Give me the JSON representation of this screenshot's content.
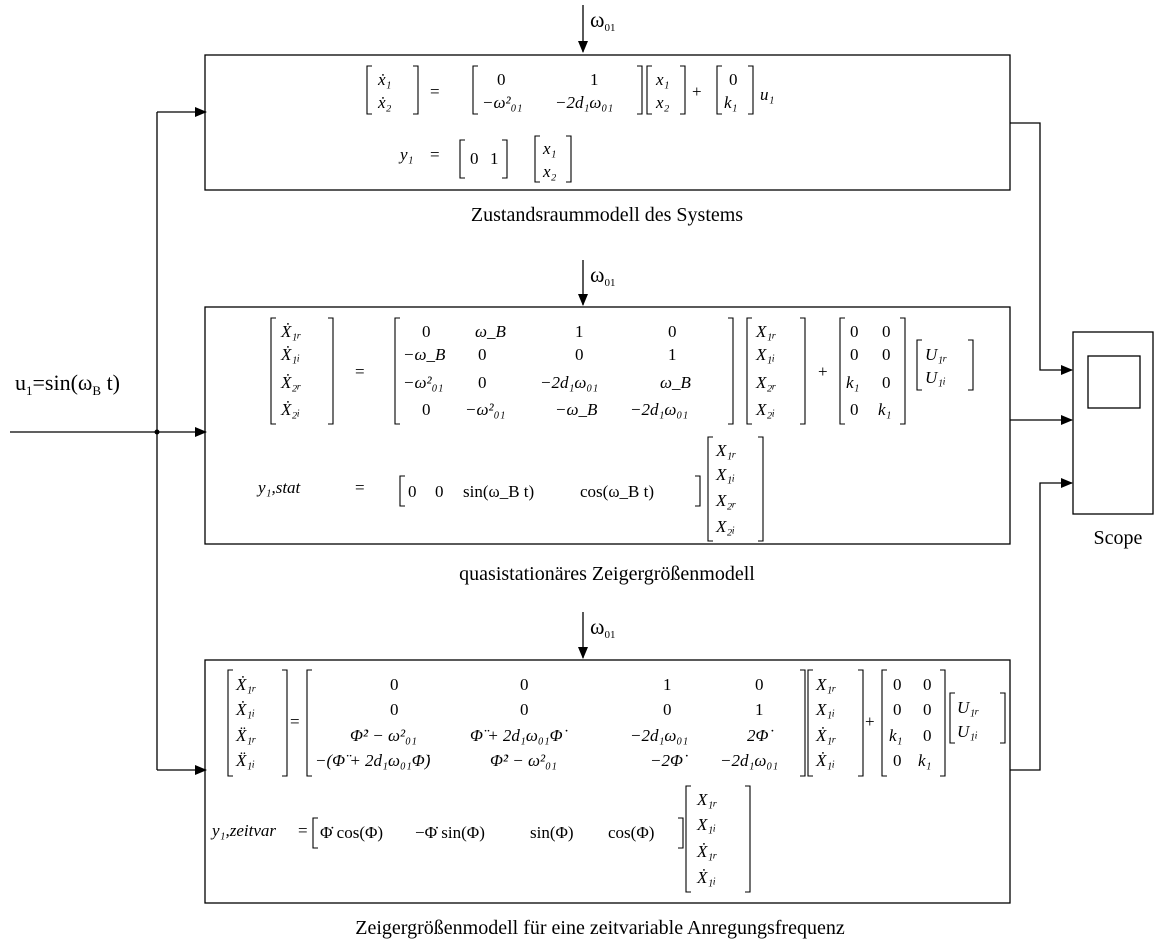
{
  "input": {
    "u_label": "u",
    "u_sub": "1",
    "u_rest_a": "=sin(ω",
    "u_sub2": "B",
    "u_rest_b": " t)"
  },
  "omega": {
    "symbol": "ω",
    "sub": "01"
  },
  "blocks": [
    {
      "caption": "Zustandsraummodell des Systems",
      "eq_lhs_state": [
        "ẋ₁",
        "ẋ₂"
      ],
      "eq_A": [
        [
          "0",
          "1"
        ],
        [
          "−ω²₀₁",
          "−2d₁ω₀₁"
        ]
      ],
      "eq_x": [
        "x₁",
        "x₂"
      ],
      "eq_B": [
        "0",
        "k₁"
      ],
      "eq_u": "u₁",
      "out_lhs": "y₁",
      "out_C": [
        "0",
        "1"
      ],
      "out_x": [
        "x₁",
        "x₂"
      ]
    },
    {
      "caption": "quasistationäres Zeigergrößenmodell",
      "eq_lhs_state": [
        "Ẋ₁ᵣ",
        "Ẋ₁ᵢ",
        "Ẋ₂ᵣ",
        "Ẋ₂ᵢ"
      ],
      "eq_A": [
        [
          "0",
          "ω_B",
          "1",
          "0"
        ],
        [
          "−ω_B",
          "0",
          "0",
          "1"
        ],
        [
          "−ω²₀₁",
          "0",
          "−2d₁ω₀₁",
          "ω_B"
        ],
        [
          "0",
          "−ω²₀₁",
          "−ω_B",
          "−2d₁ω₀₁"
        ]
      ],
      "eq_x": [
        "X₁ᵣ",
        "X₁ᵢ",
        "X₂ᵣ",
        "X₂ᵢ"
      ],
      "eq_B": [
        [
          "0",
          "0"
        ],
        [
          "0",
          "0"
        ],
        [
          "k₁",
          "0"
        ],
        [
          "0",
          "k₁"
        ]
      ],
      "eq_u": [
        "U₁ᵣ",
        "U₁ᵢ"
      ],
      "out_lhs": "y₁,stat",
      "out_C": [
        "0",
        "0",
        "sin(ω_B t)",
        "cos(ω_B t)"
      ],
      "out_x": [
        "X₁ᵣ",
        "X₁ᵢ",
        "X₂ᵣ",
        "X₂ᵢ"
      ]
    },
    {
      "caption": "Zeigergrößenmodell für eine zeitvariable Anregungsfrequenz",
      "eq_lhs_state": [
        "Ẋ₁ᵣ",
        "Ẋ₁ᵢ",
        "Ẍ₁ᵣ",
        "Ẍ₁ᵢ"
      ],
      "eq_A": [
        [
          "0",
          "0",
          "1",
          "0"
        ],
        [
          "0",
          "0",
          "0",
          "1"
        ],
        [
          "Φ̇² − ω²₀₁",
          "Φ̈ + 2d₁ω₀₁Φ̇",
          "−2d₁ω₀₁",
          "2Φ̇"
        ],
        [
          "−(Φ̈ + 2d₁ω₀₁Φ̇)",
          "Φ̇² − ω²₀₁",
          "−2Φ̇",
          "−2d₁ω₀₁"
        ]
      ],
      "eq_x": [
        "X₁ᵣ",
        "X₁ᵢ",
        "Ẋ₁ᵣ",
        "Ẋ₁ᵢ"
      ],
      "eq_B": [
        [
          "0",
          "0"
        ],
        [
          "0",
          "0"
        ],
        [
          "k₁",
          "0"
        ],
        [
          "0",
          "k₁"
        ]
      ],
      "eq_u": [
        "U₁ᵣ",
        "U₁ᵢ"
      ],
      "out_lhs": "y₁,zeitvar",
      "out_C": [
        "Φ̇ cos(Φ)",
        "−Φ̇ sin(Φ)",
        "sin(Φ)",
        "cos(Φ)"
      ],
      "out_x": [
        "X₁ᵣ",
        "X₁ᵢ",
        "Ẋ₁ᵣ",
        "Ẋ₁ᵢ"
      ]
    }
  ],
  "scope": {
    "label": "Scope"
  },
  "equals": "="
}
